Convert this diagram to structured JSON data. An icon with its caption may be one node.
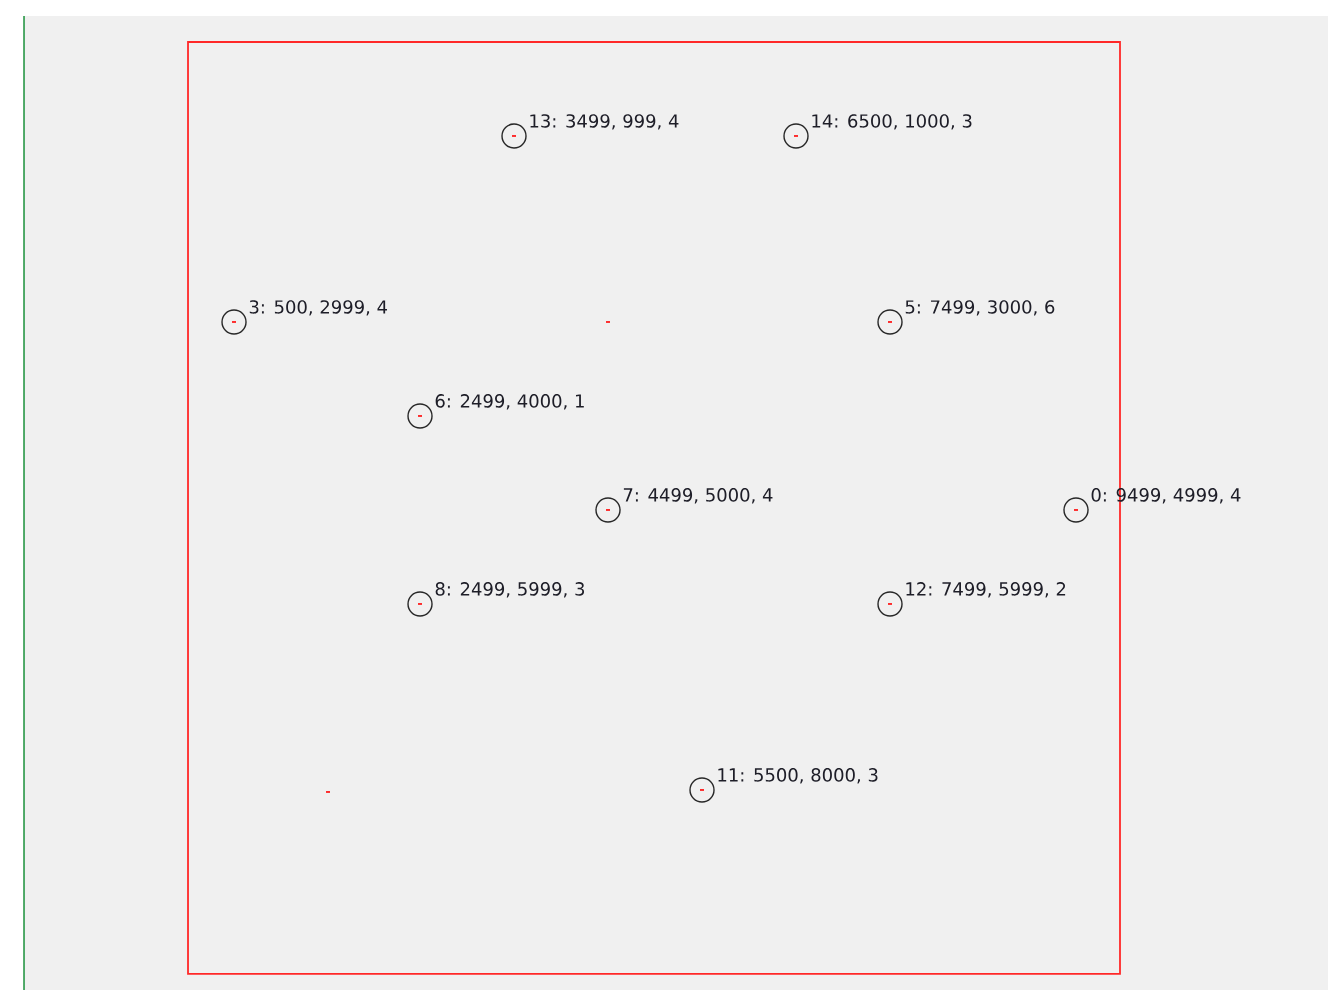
{
  "diagram": {
    "nodes": [
      {
        "text": [],
        "shape": "circle",
        "beside": [
          "13: 3499, 999, 4"
        ]
      },
      {
        "text": [],
        "shape": "circle",
        "beside": [
          "14: 6500, 1000, 3"
        ]
      },
      {
        "text": [],
        "shape": "circle",
        "beside": [
          "3: 500, 2999, 4"
        ]
      },
      {
        "text": [],
        "shape": "circle",
        "beside": [
          "5: 7499, 3000, 6"
        ]
      },
      {
        "text": [],
        "shape": "circle",
        "beside": [
          "6: 2499, 4000, 1"
        ]
      },
      {
        "text": [],
        "shape": "circle",
        "beside": [
          "7: 4499, 5000, 4"
        ]
      },
      {
        "text": [],
        "shape": "circle",
        "beside": [
          "0: 9499, 4999, 4"
        ]
      },
      {
        "text": [],
        "shape": "circle",
        "beside": [
          "8: 2499, 5999, 3"
        ]
      },
      {
        "text": [],
        "shape": "circle",
        "beside": [
          "12: 7499, 5999, 2"
        ]
      },
      {
        "text": [],
        "shape": "circle",
        "beside": [
          "11: 5500, 8000, 3"
        ]
      }
    ]
  }
}
